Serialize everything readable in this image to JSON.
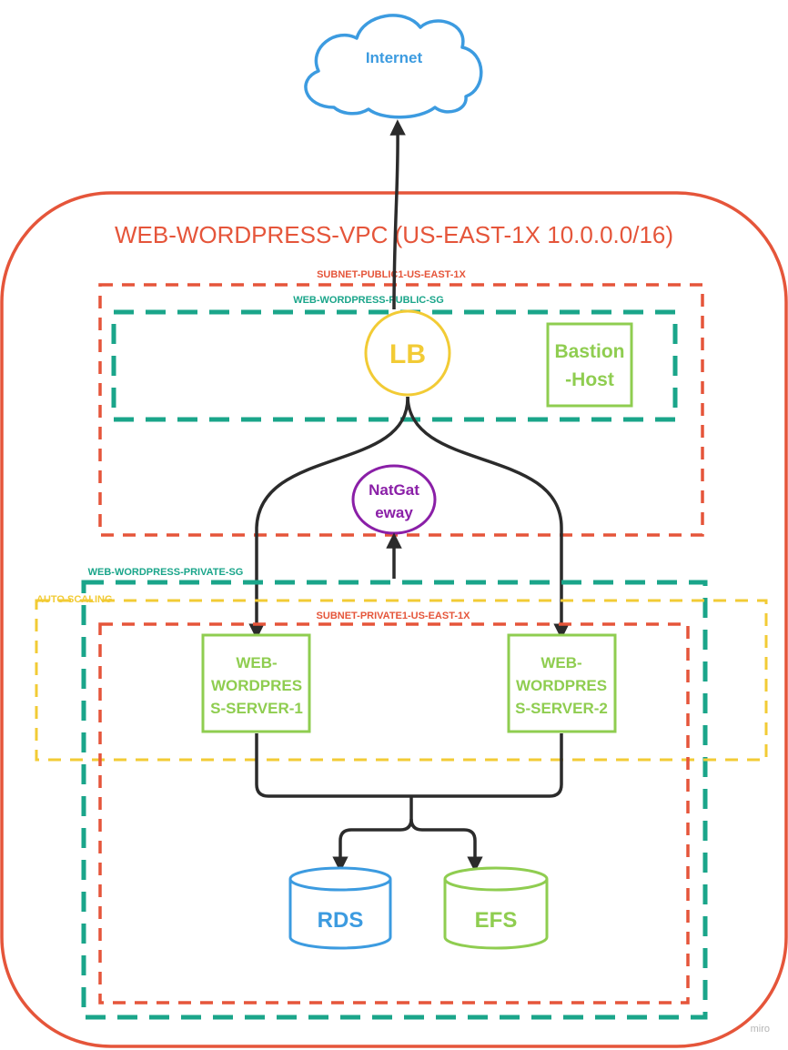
{
  "internet": {
    "label": "Internet"
  },
  "vpc": {
    "title": "WEB-WORDPRESS-VPC (US-EAST-1X 10.0.0.0/16)"
  },
  "subnet_public": {
    "label": "SUBNET-PUBLIC1-US-EAST-1X"
  },
  "public_sg": {
    "label": "WEB-WORDPRESS-PUBLIC-SG"
  },
  "lb": {
    "label": "LB"
  },
  "bastion": {
    "line1": "Bastion",
    "line2": "-Host"
  },
  "natgateway": {
    "line1": "NatGat",
    "line2": "eway"
  },
  "private_sg": {
    "label": "WEB-WORDPRESS-PRIVATE-SG"
  },
  "auto_scaling": {
    "label": "AUTO SCALING"
  },
  "subnet_private": {
    "label": "SUBNET-PRIVATE1-US-EAST-1X"
  },
  "server1": {
    "line1": "WEB-",
    "line2": "WORDPRES",
    "line3": "S-SERVER-1"
  },
  "server2": {
    "line1": "WEB-",
    "line2": "WORDPRES",
    "line3": "S-SERVER-2"
  },
  "rds": {
    "label": "RDS"
  },
  "efs": {
    "label": "EFS"
  },
  "watermark": {
    "label": "miro"
  },
  "colors": {
    "vpc": "#e5553a",
    "subnet": "#e5553a",
    "sg": "#1aa58a",
    "autoscaling": "#f2cb35",
    "green": "#8fcd50",
    "blue": "#3c9be0",
    "purple": "#8a1fa7",
    "arrow": "#2b2b2b"
  }
}
